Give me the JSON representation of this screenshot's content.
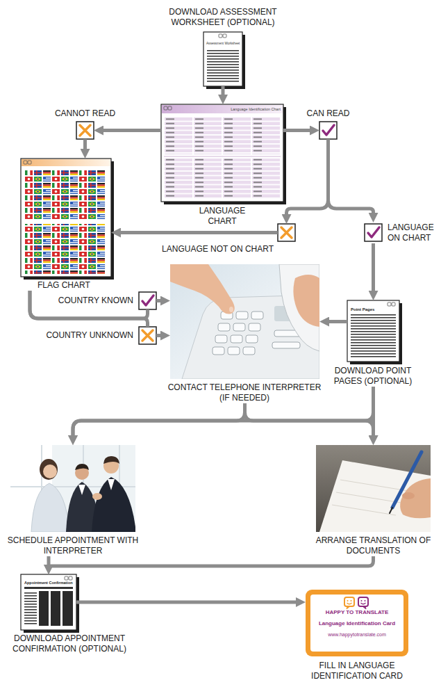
{
  "diagram": {
    "nodes": [
      {
        "text": [
          "DOWNLOAD ASSESSMENT WORKSHEET (OPTIONAL)",
          "Assessment Worksheet"
        ]
      },
      {
        "text": [
          "LANGUAGE CHART",
          "Language Identification Chart"
        ]
      },
      {
        "text": [
          "CANNOT READ"
        ]
      },
      {
        "text": [
          "CAN READ"
        ]
      },
      {
        "text": [
          "FLAG CHART"
        ]
      },
      {
        "text": [
          "LANGUAGE NOT ON CHART"
        ]
      },
      {
        "text": [
          "LANGUAGE ON CHART"
        ]
      },
      {
        "text": [
          "COUNTRY KNOWN"
        ]
      },
      {
        "text": [
          "COUNTRY UNKNOWN"
        ]
      },
      {
        "text": [
          "CONTACT TELEPHONE INTERPRETER (IF NEEDED)"
        ]
      },
      {
        "text": [
          "DOWNLOAD POINT PAGES (OPTIONAL)",
          "Point Pages"
        ]
      },
      {
        "text": [
          "SCHEDULE APPOINTMENT WITH INTERPRETER"
        ]
      },
      {
        "text": [
          "ARRANGE TRANSLATION OF DOCUMENTS"
        ]
      },
      {
        "text": [
          "DOWNLOAD APPOINTMENT CONFIRMATION (OPTIONAL)",
          "Appointment Confirmation"
        ]
      },
      {
        "text": [
          "FILL IN LANGUAGE IDENTIFICATION CARD",
          "HAPPY TO TRANSLATE",
          "Language Identification Card",
          "www.happytotranslate.com"
        ]
      }
    ],
    "edges": [
      {
        "from": 0,
        "to": 1,
        "arrow": "to"
      },
      {
        "from": 1,
        "to": 2,
        "arrow": "to"
      },
      {
        "from": 1,
        "to": 3,
        "arrow": "to"
      },
      {
        "from": 2,
        "to": 4,
        "arrow": "to"
      },
      {
        "from": 3,
        "to": 5,
        "arrow": "to"
      },
      {
        "from": 3,
        "to": 6,
        "arrow": "to"
      },
      {
        "from": 5,
        "to": 4,
        "arrow": "to"
      },
      {
        "from": 6,
        "to": 10,
        "arrow": "to"
      },
      {
        "from": 4,
        "to": 7,
        "arrow": "none"
      },
      {
        "from": 4,
        "to": 8,
        "arrow": "none"
      },
      {
        "from": 7,
        "to": 9,
        "arrow": "to"
      },
      {
        "from": 8,
        "to": 9,
        "arrow": "to"
      },
      {
        "from": 10,
        "to": 9,
        "arrow": "to"
      },
      {
        "from": 9,
        "to": 11,
        "arrow": "to"
      },
      {
        "from": 9,
        "to": 12,
        "arrow": "to"
      },
      {
        "from": 10,
        "to": 11,
        "arrow": "to"
      },
      {
        "from": 10,
        "to": 12,
        "arrow": "to"
      },
      {
        "from": 11,
        "to": 13,
        "arrow": "to"
      },
      {
        "from": 12,
        "to": 13,
        "arrow": "to"
      },
      {
        "from": 13,
        "to": 14,
        "arrow": "to"
      }
    ]
  }
}
